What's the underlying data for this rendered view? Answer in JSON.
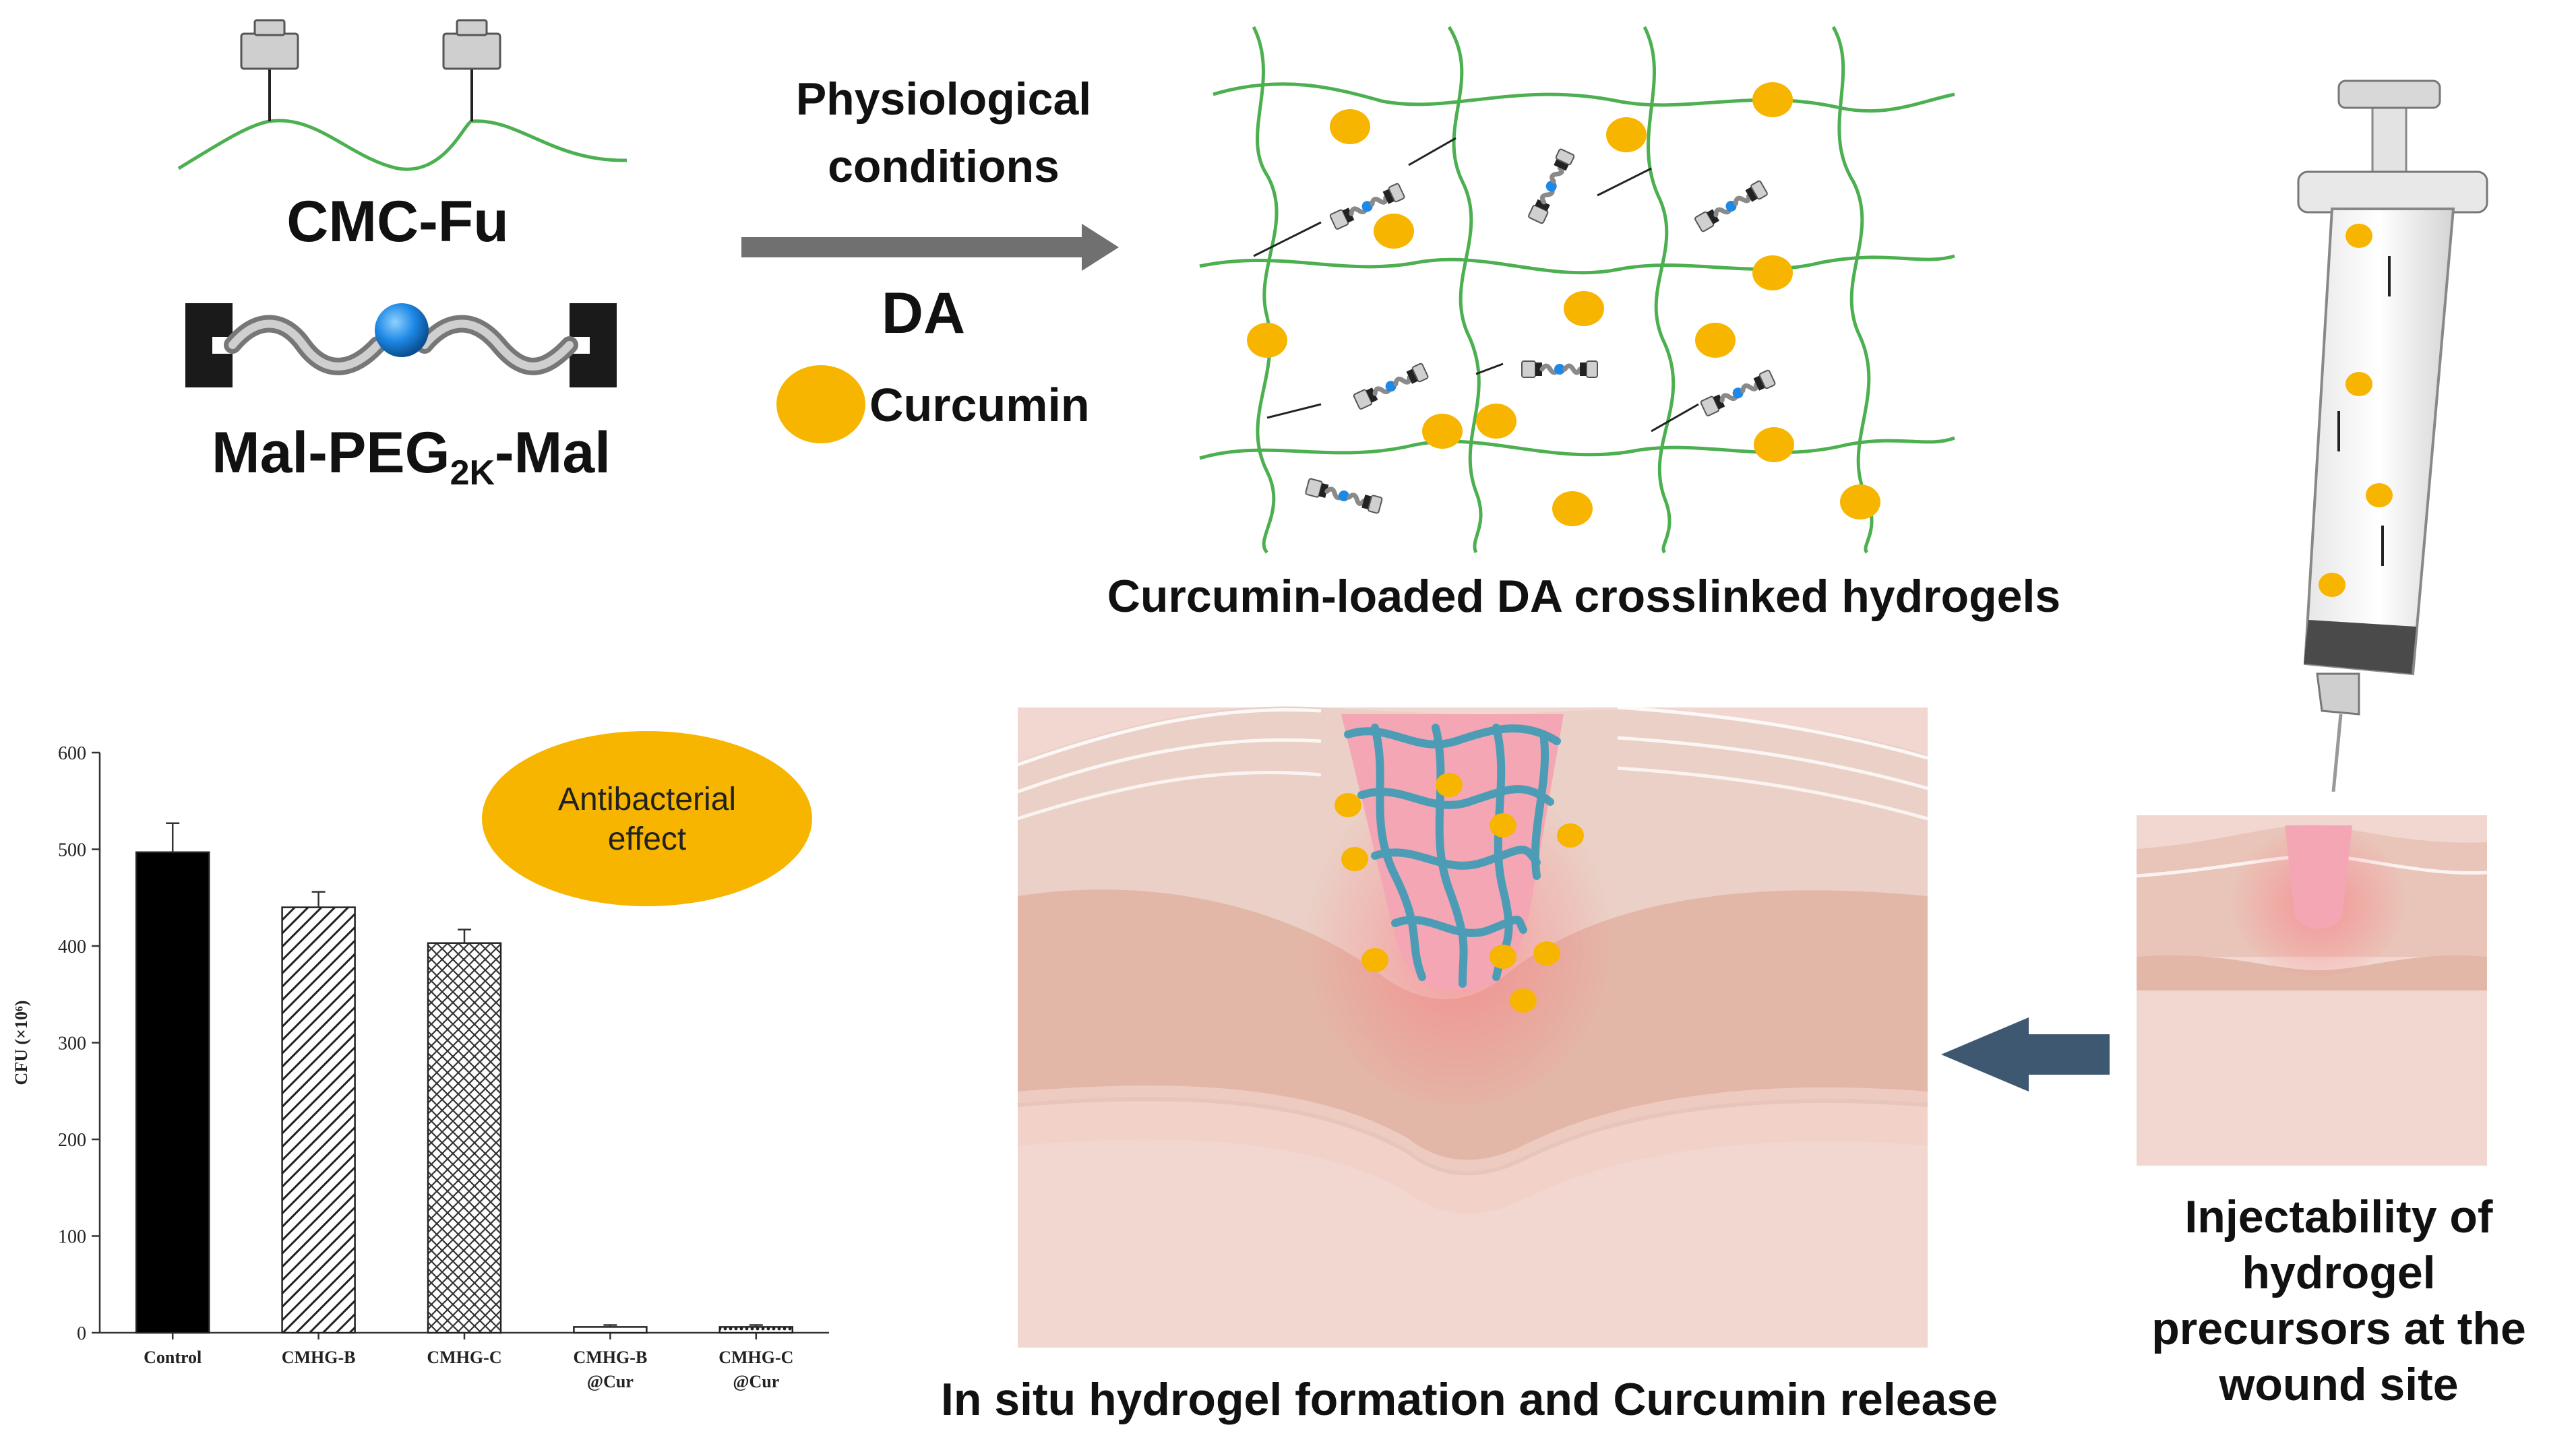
{
  "reactants": {
    "polymer_label": "CMC-Fu",
    "crosslinker_prefix": "Mal-PEG",
    "crosslinker_sub": "2K",
    "crosslinker_suffix": "-Mal"
  },
  "reaction": {
    "line1": "Physiological",
    "line2": "conditions",
    "type": "DA",
    "drug_label": "Curcumin"
  },
  "network_caption": "Curcumin-loaded DA crosslinked hydrogels",
  "injection_caption": [
    "Injectability of",
    "hydrogel",
    "precursors at the",
    "wound site"
  ],
  "insitu_caption": "In situ hydrogel formation and Curcumin release",
  "badge_text": [
    "Antibacterial",
    "effect"
  ],
  "colors": {
    "curcumin": "#F7B500",
    "polymer_chain": "#4CAF50",
    "peg_core": "#1E88E5",
    "arrow_gray": "#707070",
    "arrow_blue": "#3E5872",
    "skin_pink": "#F2D6D0",
    "hydrogel_pink": "#F4A6B4",
    "network_teal": "#3B9CB7"
  },
  "chart_data": {
    "type": "bar",
    "categories": [
      "Control",
      "CMHG-B",
      "CMHG-C",
      "CMHG-B @Cur",
      "CMHG-C @Cur"
    ],
    "category_lines": [
      [
        "Control"
      ],
      [
        "CMHG-B"
      ],
      [
        "CMHG-C"
      ],
      [
        "CMHG-B",
        "@Cur"
      ],
      [
        "CMHG-C",
        "@Cur"
      ]
    ],
    "values": [
      497,
      440,
      403,
      6,
      6
    ],
    "errors": [
      30,
      16,
      14,
      2,
      2
    ],
    "patterns": [
      "solid",
      "diag",
      "cross",
      "none",
      "dots"
    ],
    "ylabel": "CFU (×10⁶)",
    "yticks": [
      0,
      100,
      200,
      300,
      400,
      500,
      600
    ],
    "ylim": [
      0,
      600
    ]
  }
}
